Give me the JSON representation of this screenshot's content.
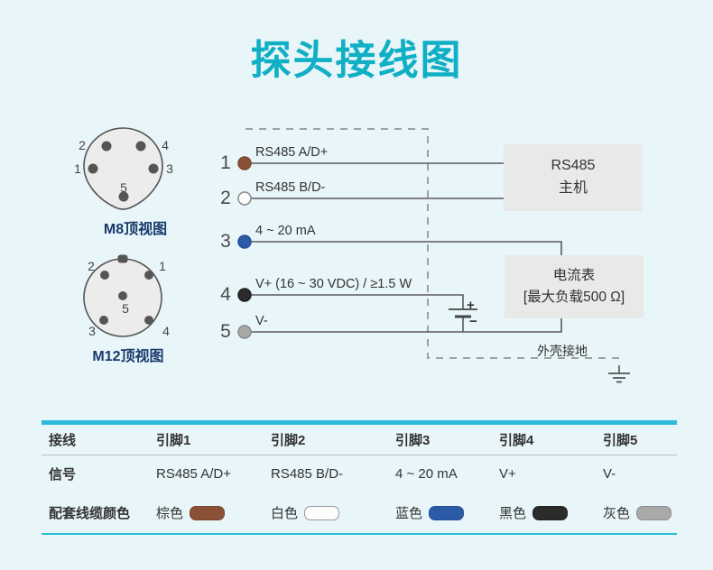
{
  "title": "探头接线图",
  "colors": {
    "accent": "#0fafc5"
  },
  "connectors": {
    "m8": {
      "caption": "M8顶视图",
      "pin_labels": [
        "1",
        "2",
        "3",
        "4",
        "5"
      ]
    },
    "m12": {
      "caption": "M12顶视图",
      "pin_labels": [
        "1",
        "2",
        "3",
        "4",
        "5"
      ]
    }
  },
  "wiring": {
    "pins": [
      {
        "number": "1",
        "label": "RS485 A/D+",
        "dot_fill": "#8a5136",
        "dot_stroke": "#7a4730"
      },
      {
        "number": "2",
        "label": "RS485 B/D-",
        "dot_fill": "#fdfdfd",
        "dot_stroke": "#8a8a8a"
      },
      {
        "number": "3",
        "label": "4 ~ 20 mA",
        "dot_fill": "#2b5aa7",
        "dot_stroke": "#24509a"
      },
      {
        "number": "4",
        "label": "V+ (16 ~ 30 VDC) / ≥1.5 W",
        "dot_fill": "#2b2b2b",
        "dot_stroke": "#222222"
      },
      {
        "number": "5",
        "label": "V-",
        "dot_fill": "#a9a9a9",
        "dot_stroke": "#8a8a8a"
      }
    ],
    "rs485_box": {
      "line1": "RS485",
      "line2": "主机"
    },
    "meter_box": {
      "line1": "电流表",
      "line2": "[最大负载500 Ω]"
    },
    "battery": {
      "plus": "+",
      "minus": "−"
    },
    "ground_label": "外壳接地"
  },
  "table": {
    "headers": [
      "接线",
      "引脚1",
      "引脚2",
      "引脚3",
      "引脚4",
      "引脚5"
    ],
    "signal_row": {
      "label": "信号",
      "values": [
        "RS485 A/D+",
        "RS485 B/D-",
        "4 ~ 20 mA",
        "V+",
        "V-"
      ]
    },
    "color_row": {
      "label": "配套线缆颜色",
      "items": [
        {
          "name": "棕色",
          "hex": "#8a5136",
          "border": "#7a4730"
        },
        {
          "name": "白色",
          "hex": "#fdfdfd",
          "border": "#999999"
        },
        {
          "name": "蓝色",
          "hex": "#2b5aa7",
          "border": "#24509a"
        },
        {
          "name": "黑色",
          "hex": "#2b2b2b",
          "border": "#222222"
        },
        {
          "name": "灰色",
          "hex": "#a9a9a9",
          "border": "#8f8f8f"
        }
      ]
    }
  }
}
